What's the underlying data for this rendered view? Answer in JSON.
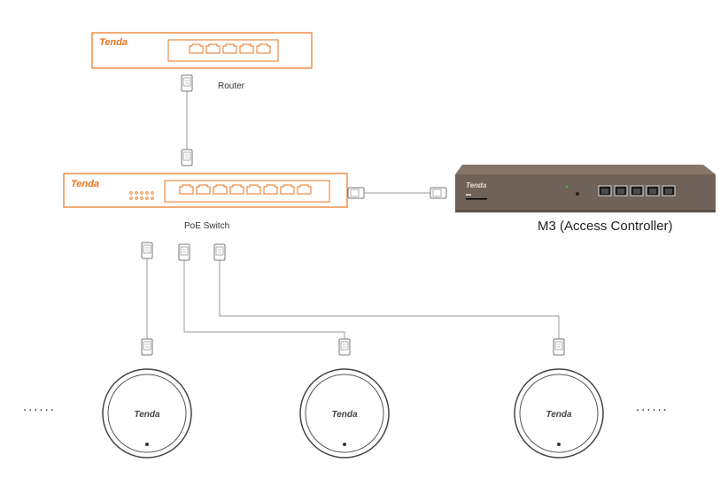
{
  "diagram": {
    "router": {
      "label": "Router",
      "brand": "Tenda"
    },
    "poe_switch": {
      "label": "PoE Switch",
      "brand": "Tenda"
    },
    "access_controller": {
      "label": "M3 (Access Controller)",
      "brand": "Tenda"
    },
    "access_points": [
      {
        "brand": "Tenda"
      },
      {
        "brand": "Tenda"
      },
      {
        "brand": "Tenda"
      }
    ],
    "ellipsis": "······",
    "colors": {
      "tenda_orange": "#e8731c",
      "cable": "#9a9a9a",
      "ac_body": "#6f6258"
    }
  }
}
